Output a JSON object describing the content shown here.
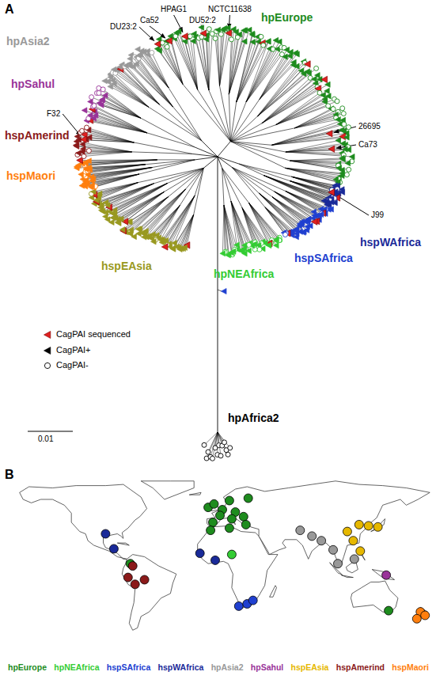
{
  "diagram": {
    "labels": [
      "A",
      "DU23:2",
      "Ca52",
      "HPAG1",
      "NCTC11638",
      "DU52:2",
      "hpEurope",
      "hpAsia2",
      "hpSahul",
      "F32",
      "hspAmerind",
      "hspMaori",
      "26695",
      "Ca73",
      "J99",
      "hspWAfrica",
      "hspSAfrica",
      "hpNEAfrica",
      "hspEAsia",
      "hpAfrica2",
      "0.01",
      "B"
    ],
    "legend": [
      {
        "text": "CagPAI sequenced"
      },
      {
        "text": "CagPAI+"
      },
      {
        "text": "CagPAI-"
      },
      {
        "text": "hpEurope",
        "color": "#1e8c1e"
      },
      {
        "text": "hpNEAfrica",
        "color": "#33cc33"
      },
      {
        "text": "hspSAfrica",
        "color": "#2040d0"
      },
      {
        "text": "hspWAfrica",
        "color": "#1a2a99"
      },
      {
        "text": "hpAsia2",
        "color": "#999999"
      },
      {
        "text": "hpSahul",
        "color": "#993399"
      },
      {
        "text": "hspEAsia",
        "color": "#e6b800"
      },
      {
        "text": "hspAmerind",
        "color": "#8b1a1a"
      },
      {
        "text": "hspMaori",
        "color": "#ff7f0e"
      }
    ]
  }
}
